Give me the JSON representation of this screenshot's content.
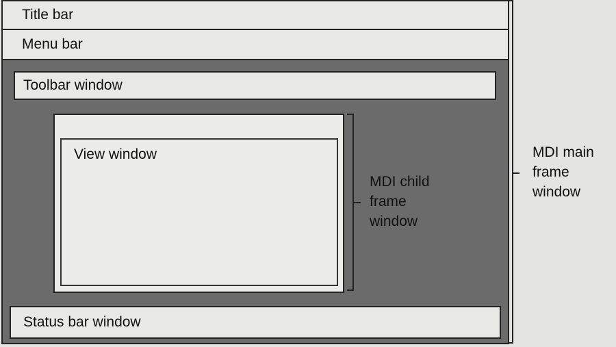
{
  "title_bar": "Title bar",
  "menu_bar": "Menu bar",
  "toolbar": "Toolbar window",
  "view": "View window",
  "status_bar": "Status bar window",
  "child_label": [
    "MDI child",
    "frame",
    "window"
  ],
  "main_label": [
    "MDI main",
    "frame",
    "window"
  ]
}
